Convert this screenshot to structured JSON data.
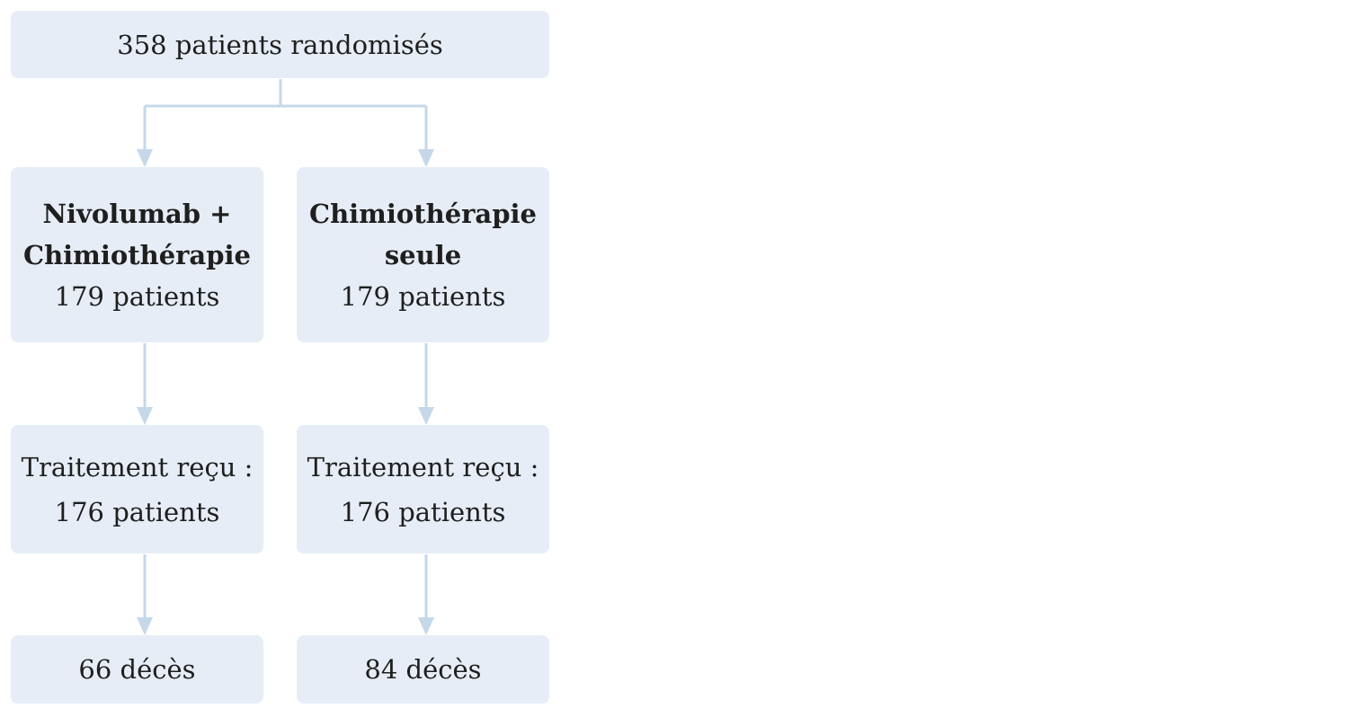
{
  "diagram": {
    "top": {
      "text": "358 patients randomisés"
    },
    "arms": [
      {
        "title_line1": "Nivolumab +",
        "title_line2": "Chimiothérapie",
        "patients": "179 patients",
        "treatment_label": "Traitement reçu :",
        "treatment_patients": "176 patients",
        "deaths": "66 décès"
      },
      {
        "title_line1": "Chimiothérapie",
        "title_line2": "seule",
        "patients": "179 patients",
        "treatment_label": "Traitement reçu :",
        "treatment_patients": "176 patients",
        "deaths": "84 décès"
      }
    ],
    "colors": {
      "box_fill": "#e6edf6",
      "connector": "#c5d8ea",
      "text": "#1f1f1f"
    }
  }
}
